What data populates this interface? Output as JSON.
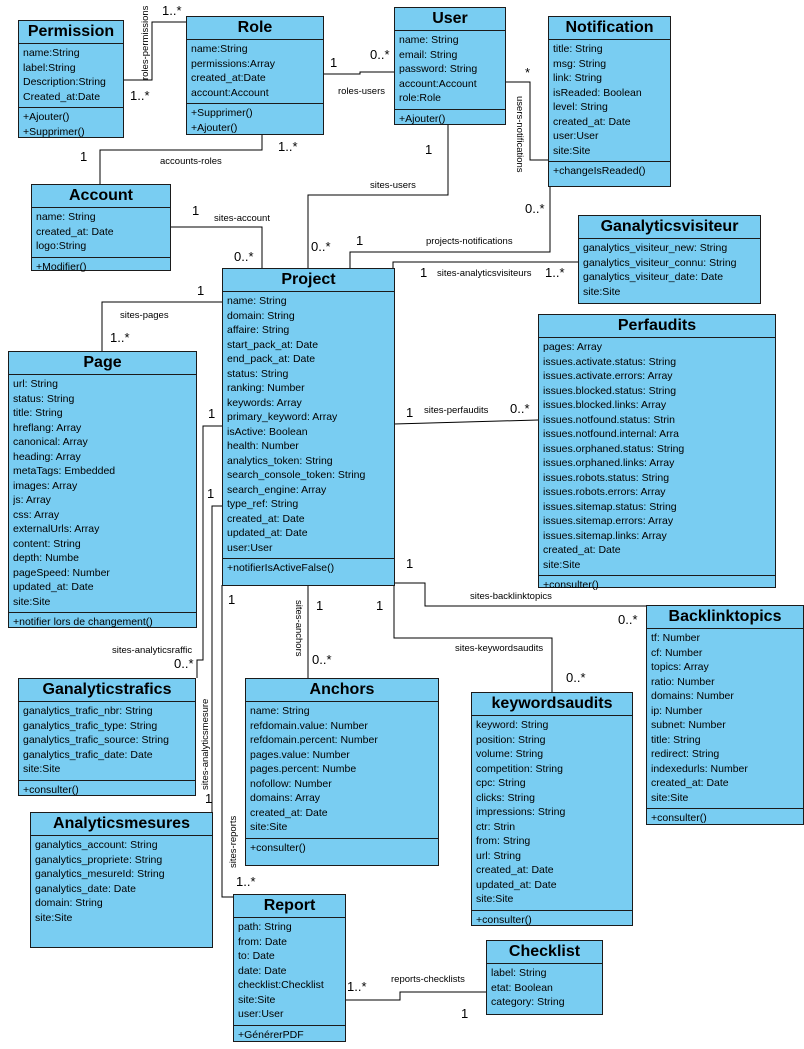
{
  "classes": {
    "permission": {
      "title": "Permission",
      "attrs": [
        "name:String",
        "label:String",
        "Description:String",
        "Created_at:Date"
      ],
      "ops": [
        "+Ajouter()",
        "+Supprimer()"
      ]
    },
    "role": {
      "title": "Role",
      "attrs": [
        "name:String",
        "permissions:Array",
        "created_at:Date",
        "account:Account"
      ],
      "ops": [
        "+Supprimer()",
        "+Ajouter()"
      ]
    },
    "user": {
      "title": "User",
      "attrs": [
        "name: String",
        "email: String",
        "password: String",
        "account:Account",
        "role:Role"
      ],
      "ops": [
        "+Ajouter()"
      ]
    },
    "notification": {
      "title": "Notification",
      "attrs": [
        "title: String",
        "msg: String",
        "link: String",
        "isReaded: Boolean",
        "level: String",
        "created_at: Date",
        "user:User",
        "site:Site"
      ],
      "ops": [
        "+changeIsReaded()"
      ]
    },
    "account": {
      "title": "Account",
      "attrs": [
        "name: String",
        "created_at: Date",
        "logo:String"
      ],
      "ops": [
        "+Modifier()"
      ]
    },
    "ganalyticsvisiteur": {
      "title": "Ganalyticsvisiteur",
      "attrs": [
        "ganalytics_visiteur_new: String",
        "ganalytics_visiteur_connu: String",
        "ganalytics_visiteur_date: Date",
        "site:Site"
      ],
      "ops": []
    },
    "project": {
      "title": "Project",
      "attrs": [
        "name: String",
        "domain: String",
        "affaire: String",
        "start_pack_at: Date",
        "end_pack_at: Date",
        "status: String",
        "ranking: Number",
        "keywords: Array",
        "primary_keyword: Array",
        "isActive: Boolean",
        "health: Number",
        "analytics_token: String",
        "search_console_token: String",
        "search_engine: Array",
        "type_ref: String",
        "created_at: Date",
        "updated_at: Date",
        "user:User"
      ],
      "ops": [
        "+notifierIsActiveFalse()"
      ]
    },
    "perfaudits": {
      "title": "Perfaudits",
      "attrs": [
        "pages: Array",
        "issues.activate.status: String",
        "issues.activate.errors: Array",
        "issues.blocked.status: String",
        "issues.blocked.links: Array",
        "issues.notfound.status: Strin",
        "issues.notfound.internal: Arra",
        "issues.orphaned.status: String",
        "issues.orphaned.links: Array",
        "issues.robots.status: String",
        "issues.robots.errors: Array",
        "issues.sitemap.status: String",
        "issues.sitemap.errors: Array",
        "issues.sitemap.links: Array",
        "created_at: Date",
        "site:Site"
      ],
      "ops": [
        "+consulter()"
      ]
    },
    "page": {
      "title": "Page",
      "attrs": [
        "url: String",
        "status: String",
        "title: String",
        "hreflang: Array",
        "canonical: Array",
        "heading: Array",
        "metaTags: Embedded",
        "images: Array",
        "js: Array",
        "css: Array",
        "externalUrls: Array",
        "content: String",
        "depth: Numbe",
        "pageSpeed: Number",
        "updated_at: Date",
        "site:Site"
      ],
      "ops": [
        "+notifier lors de changement()"
      ]
    },
    "backlinktopics": {
      "title": "Backlinktopics",
      "attrs": [
        "tf: Number",
        "cf: Number",
        "topics: Array",
        "ratio: Number",
        "domains: Number",
        "ip: Number",
        "subnet: Number",
        "title: String",
        "redirect: String",
        "indexedurls: Number",
        "created_at: Date",
        "site:Site"
      ],
      "ops": [
        "+consulter()"
      ]
    },
    "ganalyticstrafics": {
      "title": "Ganalyticstrafics",
      "attrs": [
        "ganalytics_trafic_nbr: String",
        "ganalytics_trafic_type: String",
        "ganalytics_trafic_source: String",
        "ganalytics_trafic_date: Date",
        "site:Site"
      ],
      "ops": [
        "+consulter()"
      ]
    },
    "anchors": {
      "title": "Anchors",
      "attrs": [
        "name: String",
        "refdomain.value: Number",
        "refdomain.percent: Number",
        "pages.value: Number",
        "pages.percent: Numbe",
        "nofollow: Number",
        "domains: Array",
        "created_at: Date",
        "site:Site"
      ],
      "ops": [
        "+consulter()"
      ]
    },
    "keywordsaudits": {
      "title": "keywordsaudits",
      "attrs": [
        "keyword: String",
        "position: String",
        "volume: String",
        "competition: String",
        "cpc: String",
        "clicks: String",
        "impressions: String",
        "ctr: Strin",
        "from: String",
        "url: String",
        "created_at: Date",
        "updated_at: Date",
        "site:Site"
      ],
      "ops": [
        "+consulter()"
      ]
    },
    "analyticsmesures": {
      "title": "Analyticsmesures",
      "attrs": [
        "ganalytics_account: String",
        "ganalytics_propriete: String",
        "ganalytics_mesureId: String",
        "ganalytics_date: Date",
        "domain: String",
        "site:Site"
      ],
      "ops": []
    },
    "report": {
      "title": "Report",
      "attrs": [
        "path: String",
        "from: Date",
        "to: Date",
        "date: Date",
        "checklist:Checklist",
        "site:Site",
        "user:User"
      ],
      "ops": [
        "+GénérerPDF"
      ]
    },
    "checklist": {
      "title": "Checklist",
      "attrs": [
        "label: String",
        "etat: Boolean",
        "category: String"
      ],
      "ops": []
    }
  },
  "associations": {
    "roles_permissions": "roles-permissions",
    "roles_users": "roles-users",
    "users_notifications": "users-notifications",
    "accounts_roles": "accounts-roles",
    "sites_users": "sites-users",
    "sites_account": "sites-account",
    "projects_notifications": "projects-notifications",
    "sites_analyticsvisiteurs": "sites-analyticsvisiteurs",
    "sites_pages": "sites-pages",
    "sites_perfaudits": "sites-perfaudits",
    "sites_backlinktopics": "sites-backlinktopics",
    "sites_anchors": "sites-anchors",
    "sites_keywordsaudits": "sites-keywordsaudits",
    "sites_analyticsraffic": "sites-analyticsraffic",
    "sites_analyticsmesure": "sites-analyticsmesure",
    "sites_reports": "sites-reports",
    "reports_checklists": "reports-checklists"
  },
  "multiplicities": {
    "one": "1",
    "one_many": "1..*",
    "zero_many": "0..*",
    "many": "*"
  }
}
